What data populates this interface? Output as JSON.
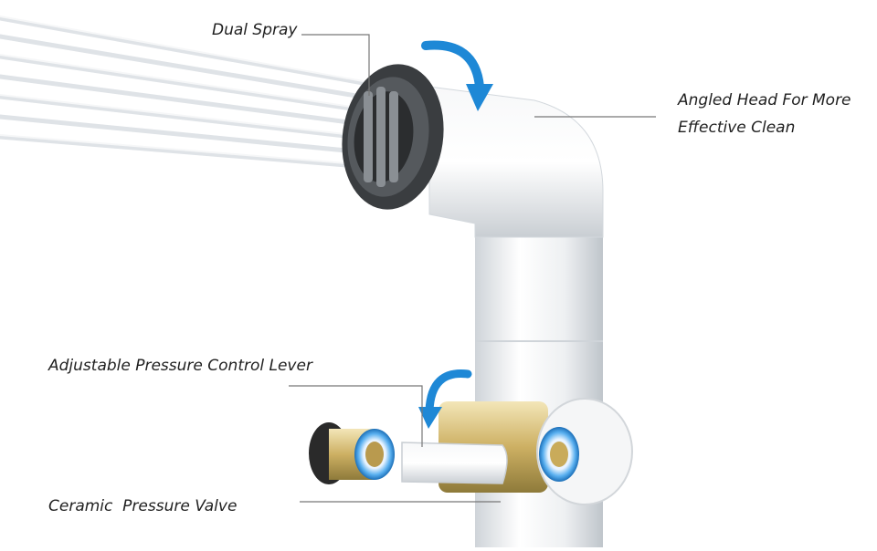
{
  "labels": {
    "dual_spray": "Dual Spray",
    "angled_head_line1": "Angled Head For More",
    "angled_head_line2": "Effective Clean",
    "pressure_lever": "Adjustable Pressure Control Lever",
    "ceramic_valve": "Ceramic  Pressure Valve"
  },
  "colors": {
    "text": "#1f1f1f",
    "leader_line": "#777777",
    "chrome": "#e9ecef",
    "arrow": "#1e88d6",
    "brass": "#d9c17a"
  },
  "icons": {
    "rotate_arrow_top": "curved-rotate-arrow-icon",
    "rotate_arrow_lever": "curved-rotate-arrow-icon"
  }
}
